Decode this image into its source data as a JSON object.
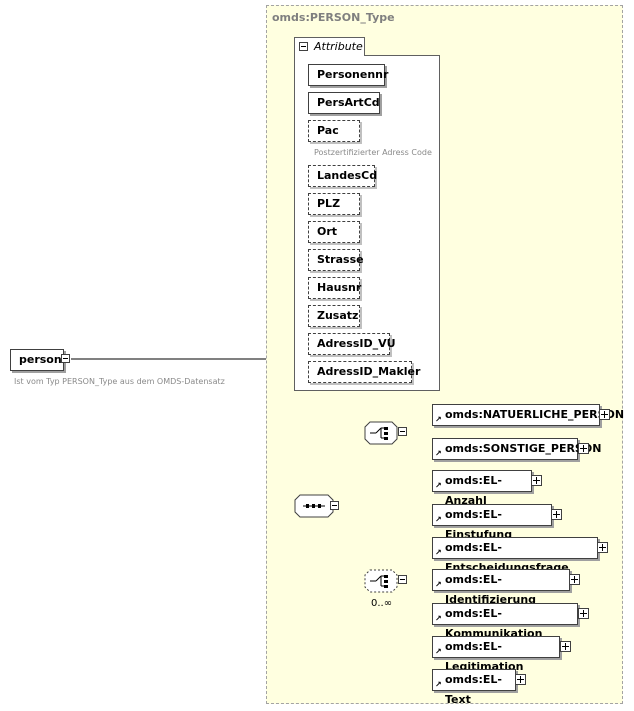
{
  "type": {
    "name": "omds:PERSON_Type"
  },
  "attributes": {
    "tab_label": "Attribute",
    "items": [
      {
        "label": "Personennr",
        "required": true
      },
      {
        "label": "PersArtCd",
        "required": true
      },
      {
        "label": "Pac",
        "required": false
      },
      {
        "label": "LandesCd",
        "required": false
      },
      {
        "label": "PLZ",
        "required": false
      },
      {
        "label": "Ort",
        "required": false
      },
      {
        "label": "Strasse",
        "required": false
      },
      {
        "label": "Hausnr",
        "required": false
      },
      {
        "label": "Zusatz",
        "required": false
      },
      {
        "label": "AdressID_VU",
        "required": false
      },
      {
        "label": "AdressID_Makler",
        "required": false
      }
    ],
    "pac_note": "Postzertifizierter Adress Code"
  },
  "root": {
    "label": "person",
    "note": "Ist vom Typ PERSON_Type aus dem OMDS-Datensatz"
  },
  "choice1": {
    "items": [
      "omds:NATUERLICHE_PERSON",
      "omds:SONSTIGE_PERSON"
    ]
  },
  "choice2": {
    "multiplicity": "0..∞",
    "items": [
      "omds:EL-Anzahl",
      "omds:EL-Einstufung",
      "omds:EL-Entscheidungsfrage",
      "omds:EL-Identifizierung",
      "omds:EL-Kommunikation",
      "omds:EL-Legitimation",
      "omds:EL-Text"
    ]
  }
}
